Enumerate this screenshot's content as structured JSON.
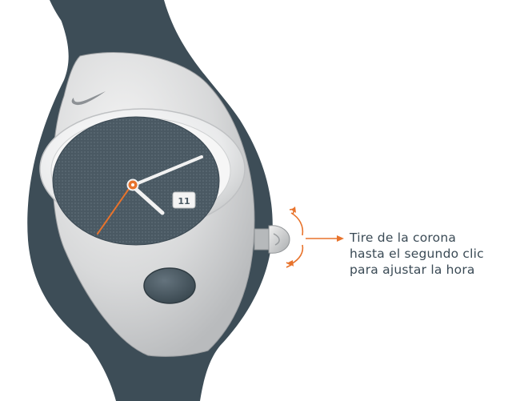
{
  "instruction": {
    "line1": "Tire de la corona",
    "line2": "hasta el segundo clic",
    "line3": "para ajustar la hora"
  },
  "watch": {
    "date_window": "11",
    "logo": "swoosh-logo"
  },
  "colors": {
    "strap": "#3d4d57",
    "case": "#d9dadb",
    "dial": "#44535d",
    "accent": "#e8732c",
    "text": "#3a4a55"
  }
}
